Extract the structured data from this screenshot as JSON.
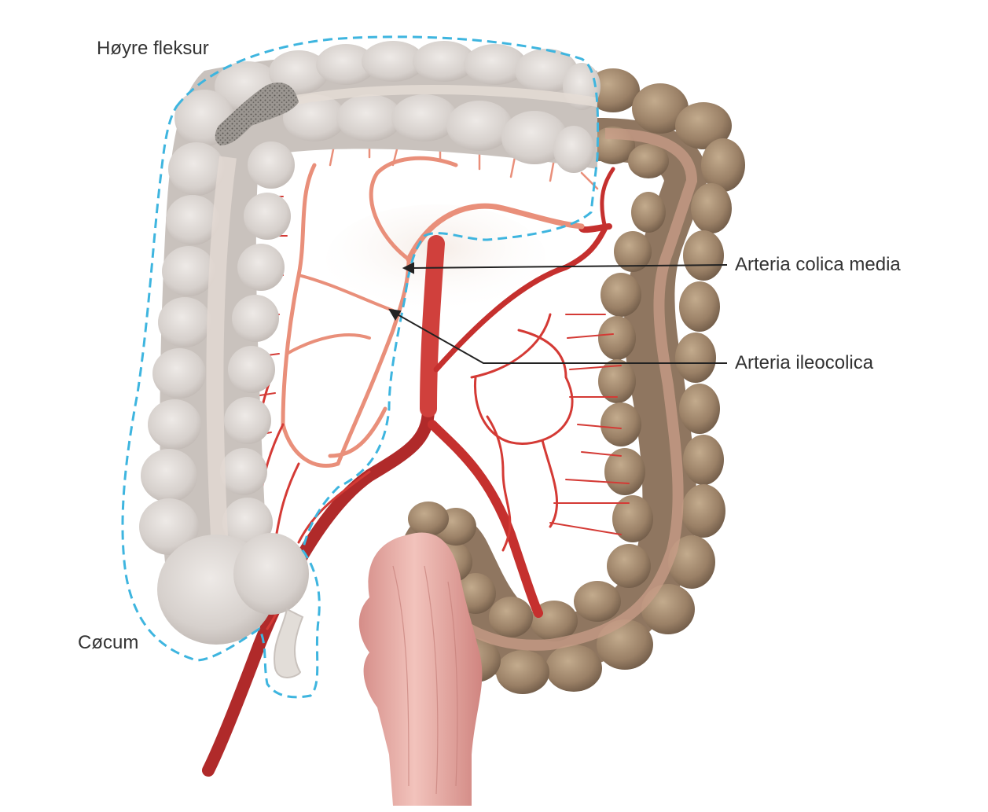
{
  "labels": {
    "right_flexure": "Høyre fleksur",
    "caecum": "Cøcum",
    "arteria_colica_media": "Arteria colica media",
    "arteria_ileocolica": "Arteria ileocolica"
  },
  "colors": {
    "background": "#ffffff",
    "resected_colon": "#d9d3cf",
    "remaining_colon": "#9c8268",
    "artery": "#c5302e",
    "artery_light": "#e98f7a",
    "resection_outline": "#3eb5df",
    "rectum": "#e8a7a0",
    "tumor": "#8a8580",
    "leader_line": "#222222",
    "label_text": "#333333"
  }
}
